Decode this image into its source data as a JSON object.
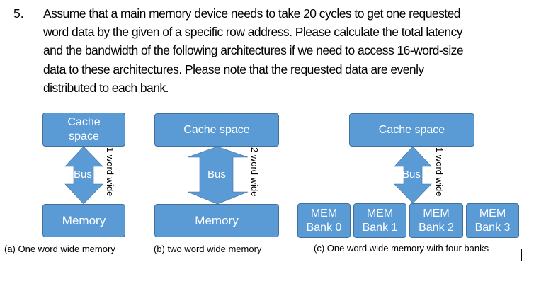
{
  "question": {
    "number": "5.",
    "lines": [
      "Assume that a main memory device needs to take 20 cycles to get one requested",
      "word data by the given of a specific row address. Please calculate the total latency",
      "and the bandwidth of the following architectures if we need to access 16-word-size",
      "data to these architectures. Please note that the requested data are evenly",
      "distributed to each bank."
    ]
  },
  "diagrams": {
    "a": {
      "cache_lines": [
        "Cache",
        "space"
      ],
      "bus": "Bus",
      "width_label": "1 word wide",
      "memory": "Memory",
      "caption": "(a) One word wide memory"
    },
    "b": {
      "cache": "Cache space",
      "bus": "Bus",
      "width_label": "2 word wide",
      "memory": "Memory",
      "caption": "(b) two word wide memory"
    },
    "c": {
      "cache": "Cache space",
      "bus": "Bus",
      "width_label": "1 word wide",
      "banks": [
        {
          "line1": "MEM",
          "line2": "Bank 0"
        },
        {
          "line1": "MEM",
          "line2": "Bank 1"
        },
        {
          "line1": "MEM",
          "line2": "Bank 2"
        },
        {
          "line1": "MEM",
          "line2": "Bank 3"
        }
      ],
      "caption": "(c) One word wide memory with four banks"
    }
  },
  "colors": {
    "box_fill": "#5b9bd5",
    "box_border": "#41719c",
    "box_text": "#ffffff"
  }
}
